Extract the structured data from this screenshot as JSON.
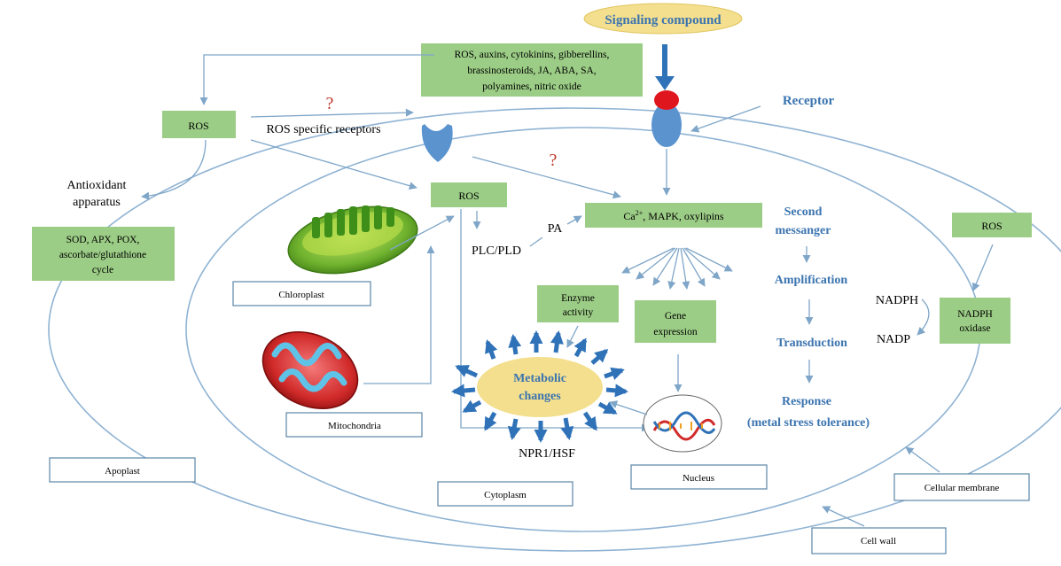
{
  "signaling_compound": "Signaling compound",
  "hormones": {
    "line1": "ROS, auxins, cytokinins, gibberellins,",
    "line2": "brassinosteroids, JA, ABA, SA,",
    "line3": "polyamines, nitric oxide"
  },
  "receptor": "Receptor",
  "ros_outer": "ROS",
  "question_mark": "?",
  "ros_specific_receptors": "ROS specific receptors",
  "antioxidant": {
    "line1": "Antioxidant",
    "line2": "apparatus"
  },
  "antioxidant_box": {
    "line1": "SOD, APX, POX,",
    "line2": "ascorbate/glutathione",
    "line3": "cycle"
  },
  "ros_inner": "ROS",
  "plc_pld": "PLC/PLD",
  "pa": "PA",
  "second_messenger_box": {
    "ca": "Ca",
    "sup": "2+",
    "rest": ", MAPK, oxylipins"
  },
  "pathway": {
    "second_line1": "Second",
    "second_line2": "messanger",
    "amplification": "Amplification",
    "transduction": "Transduction",
    "response_line1": "Response",
    "response_line2": "(metal stress tolerance)"
  },
  "ros_right": "ROS",
  "nadph_oxidase": {
    "line1": "NADPH",
    "line2": "oxidase"
  },
  "nadph": "NADPH",
  "nadp": "NADP",
  "enzyme_activity": {
    "line1": "Enzyme",
    "line2": "activity"
  },
  "gene_expression": {
    "line1": "Gene",
    "line2": "expression"
  },
  "metabolic_changes": {
    "line1": "Metabolic",
    "line2": "changes"
  },
  "npr1_hsf": "NPR1/HSF",
  "labels": {
    "chloroplast": "Chloroplast",
    "mitochondria": "Mitochondria",
    "apoplast": "Apoplast",
    "cytoplasm": "Cytoplasm",
    "nucleus": "Nucleus",
    "cellular_membrane": "Cellular membrane",
    "cell_wall": "Cell wall"
  },
  "colors": {
    "green_box": "#9ccd86",
    "blue_label": "#3b74b0",
    "receptor_blue": "#5b93cf",
    "ligand_red": "#e0161e",
    "yellow_ellipse": "#f4df8e",
    "question_red": "#c0392b"
  }
}
